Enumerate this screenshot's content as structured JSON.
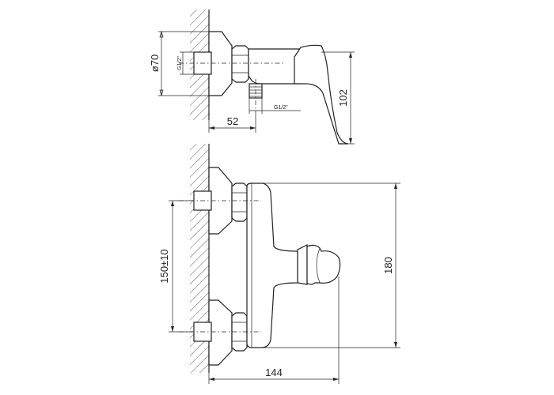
{
  "drawing": {
    "top_view": {
      "dim_diameter": "ø70",
      "dim_thread_inlet": "G1/2\"",
      "dim_thread_outlet": "G1/2\"",
      "dim_depth": "52",
      "dim_height": "102"
    },
    "front_view": {
      "dim_spacing": "150±10",
      "dim_height": "180",
      "dim_width": "144"
    }
  }
}
